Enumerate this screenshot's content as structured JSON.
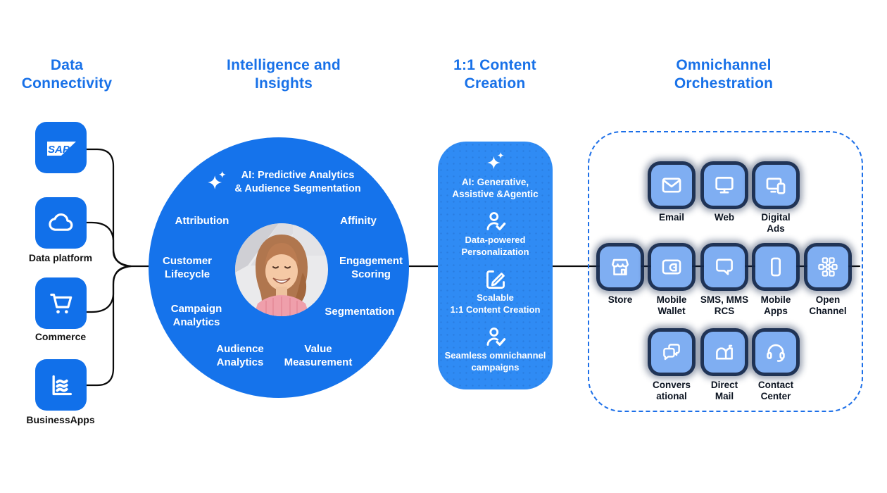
{
  "colors": {
    "header_accent": "#1871E8",
    "source_tile": "#1170EA",
    "circle_fill": "#1573EB",
    "card_fill": "#2F8BF4",
    "channel_tile": "#7FAEF2",
    "channel_halo": "#15294D",
    "dashed_border": "#1C6FE8",
    "connector_line": "#0B0B0B"
  },
  "headers": {
    "col1": "Data\nConnectivity",
    "col2": "Intelligence and\nInsights",
    "col3": "1:1 Content\nCreation",
    "col4": "Omnichannel\nOrchestration"
  },
  "sources": [
    {
      "logo_text": "SAP",
      "label": ""
    },
    {
      "label": "Data platform"
    },
    {
      "label": "Commerce"
    },
    {
      "label": "BusinessApps"
    }
  ],
  "circle": {
    "ai_label": "AI: Predictive Analytics\n& Audience Segmentation",
    "capabilities": [
      "Attribution",
      "Affinity",
      "Customer\nLifecycle",
      "Engagement\nScoring",
      "Campaign\nAnalytics",
      "Segmentation",
      "Audience\nAnalytics",
      "Value\nMeasurement"
    ]
  },
  "card": {
    "ai_label": "AI: Generative,\nAssistive &Agentic",
    "items": [
      {
        "label": "Data-powered\nPersonalization"
      },
      {
        "label": "Scalable\n1:1 Content Creation"
      },
      {
        "label": "Seamless omnichannel\ncampaigns"
      }
    ]
  },
  "channels": {
    "row1": [
      {
        "label": "Email"
      },
      {
        "label": "Web"
      },
      {
        "label": "Digital\nAds"
      }
    ],
    "row2": [
      {
        "label": "Store"
      },
      {
        "label": "Mobile\nWallet"
      },
      {
        "label": "SMS, MMS\nRCS"
      },
      {
        "label": "Mobile\nApps"
      },
      {
        "label": "Open\nChannel"
      }
    ],
    "row3": [
      {
        "label": "Convers\national"
      },
      {
        "label": "Direct\nMail"
      },
      {
        "label": "Contact\nCenter"
      }
    ]
  }
}
